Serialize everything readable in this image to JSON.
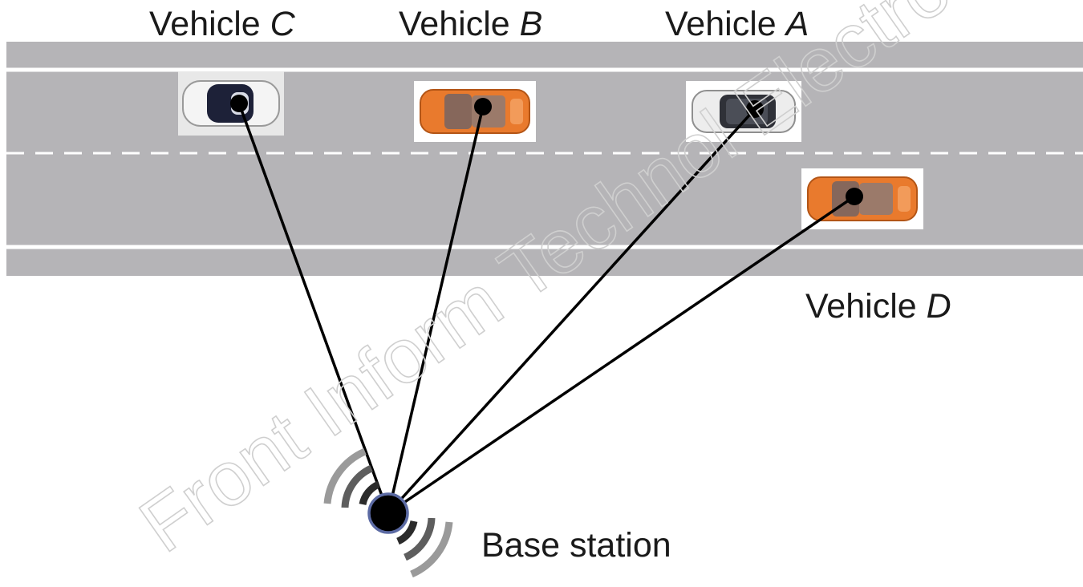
{
  "vehicles": [
    {
      "id": "C",
      "prefix": "Vehicle ",
      "letter": "C",
      "color": "white"
    },
    {
      "id": "B",
      "prefix": "Vehicle ",
      "letter": "B",
      "color": "orange"
    },
    {
      "id": "A",
      "prefix": "Vehicle ",
      "letter": "A",
      "color": "white"
    },
    {
      "id": "D",
      "prefix": "Vehicle ",
      "letter": "D",
      "color": "orange"
    }
  ],
  "base_station": {
    "label": "Base station",
    "icon": "antenna-signal-icon"
  },
  "watermark": "Front Inform Technol Electron Eng",
  "colors": {
    "road": "#b5b4b7",
    "lane_line": "#ffffff",
    "link": "#000000",
    "orange_car": "#e97a2d",
    "white_car": "#ededed"
  }
}
